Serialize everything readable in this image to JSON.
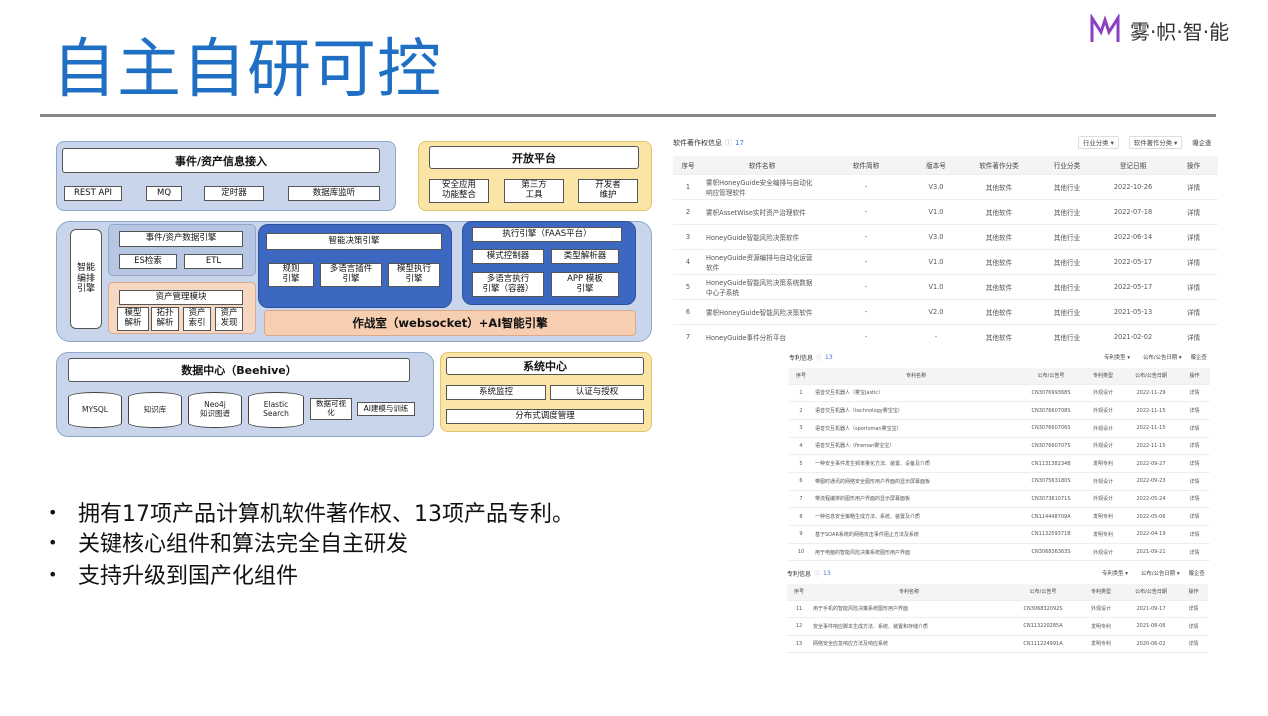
{
  "slide": {
    "title": "自主自研可控",
    "logo_text": "雾·帜·智·能"
  },
  "arch": {
    "event_in": {
      "title": "事件/资产信息接入",
      "items": [
        "REST API",
        "MQ",
        "定时器",
        "数据库监听"
      ]
    },
    "open": {
      "title": "开放平台",
      "items": [
        "安全应用\n功能整合",
        "第三方\n工具",
        "开发者\n维护"
      ]
    },
    "orchestration": "智能\n编排\n引擎",
    "data_engine": {
      "title": "事件/资产数据引擎",
      "items": [
        "ES检索",
        "ETL"
      ]
    },
    "asset": {
      "title": "资产管理模块",
      "items": [
        "模型\n解析",
        "拓扑\n解析",
        "资产\n索引",
        "资产\n发现"
      ]
    },
    "decision": {
      "title": "智能决策引擎",
      "items": [
        "规则\n引擎",
        "多语言插件\n引擎",
        "模型执行\n引擎"
      ]
    },
    "exec": {
      "title": "执行引擎（FAAS平台）",
      "items": [
        "模式控制器",
        "类型解析器",
        "多语言执行\n引擎（容器）",
        "APP 模板\n引擎"
      ]
    },
    "warroom": "作战室（websocket）+AI智能引擎",
    "datacenter": {
      "title": "数据中心（Beehive）",
      "items": [
        "MYSQL",
        "知识库",
        "Neo4j\n知识图谱",
        "Elastic\nSearch"
      ],
      "extra": [
        "数据可视\n化",
        "AI建模与训练"
      ]
    },
    "syscenter": {
      "title": "系统中心",
      "items": [
        "系统监控",
        "认证与授权",
        "分布式调度管理"
      ]
    }
  },
  "bullets": [
    "拥有17项产品计算机软件著作权、13项产品专利。",
    "关键核心组件和算法完全自主研发",
    "支持升级到国产化组件"
  ],
  "sw": {
    "title": "软件著作权信息",
    "count": "17",
    "filters": [
      "行业分类 ▾",
      "软件著作分类 ▾",
      "曝企查"
    ],
    "columns": [
      "序号",
      "软件名称",
      "软件简称",
      "版本号",
      "软件著作分类",
      "行业分类",
      "登记日期",
      "操作"
    ],
    "rows": [
      [
        "1",
        "雾帜HoneyGuide安全编排与自动化响应管理软件",
        "-",
        "V3.0",
        "其他软件",
        "其他行业",
        "2022-10-26",
        "详情"
      ],
      [
        "2",
        "雾帜AssetWise实时资产治理软件",
        "-",
        "V1.0",
        "其他软件",
        "其他行业",
        "2022-07-18",
        "详情"
      ],
      [
        "3",
        "HoneyGuide智能风险决策软件",
        "-",
        "V3.0",
        "其他软件",
        "其他行业",
        "2022-06-14",
        "详情"
      ],
      [
        "4",
        "HoneyGuide资源编排与自动化运营软件",
        "-",
        "V1.0",
        "其他软件",
        "其他行业",
        "2022-05-17",
        "详情"
      ],
      [
        "5",
        "HoneyGuide智能风险决策系统数据中心子系统",
        "-",
        "V1.0",
        "其他软件",
        "其他行业",
        "2022-05-17",
        "详情"
      ],
      [
        "6",
        "雾帜HoneyGuide智能风险决策软件",
        "-",
        "V2.0",
        "其他软件",
        "其他行业",
        "2021-05-13",
        "详情"
      ],
      [
        "7",
        "HoneyGuide事件分析平台",
        "-",
        "-",
        "其他软件",
        "其他行业",
        "2021-02-02",
        "详情"
      ]
    ]
  },
  "pat1": {
    "title": "专利信息",
    "count": "13",
    "filters": [
      "专利类型 ▾",
      "公布/公告日期 ▾",
      "曝企查"
    ],
    "columns": [
      "序号",
      "专利名称",
      "公布/公告号",
      "专利类型",
      "公布/公告日期",
      "操作"
    ],
    "rows": [
      [
        "1",
        "语音交互机器人（雾宝jastic）",
        "CN307699368S",
        "外观设计",
        "2022-11-29",
        "详情"
      ],
      [
        "2",
        "语音交互机器人（technology雾宝宝）",
        "CN307660708S",
        "外观设计",
        "2022-11-15",
        "详情"
      ],
      [
        "3",
        "语音交互机器人（sportsman雾宝宝）",
        "CN307660706S",
        "外观设计",
        "2022-11-15",
        "详情"
      ],
      [
        "4",
        "语音交互机器人（fireman雾宝宝）",
        "CN307660707S",
        "外观设计",
        "2022-11-15",
        "详情"
      ],
      [
        "5",
        "一种安全事件发生频率量化方法、装置、设备及介质",
        "CN113138234B",
        "发明专利",
        "2022-09-27",
        "详情"
      ],
      [
        "6",
        "带图时通讯的网络安全图形用户界面的显示屏幕面板",
        "CN307563180S",
        "外观设计",
        "2022-09-23",
        "详情"
      ],
      [
        "7",
        "带流程编排的图形用户界面的显示屏幕面板",
        "CN307361071S",
        "外观设计",
        "2022-05-24",
        "详情"
      ],
      [
        "8",
        "一种信息安全策略生成方法、系统、装置及介质",
        "CN114448709A",
        "发明专利",
        "2022-05-06",
        "详情"
      ],
      [
        "9",
        "基于SOAR系统的网络攻击事件阻止方法及系统",
        "CN113259371B",
        "发明专利",
        "2022-04-19",
        "详情"
      ],
      [
        "10",
        "用于电脑的智能风险决策系统图形用户界面",
        "CN306836363S",
        "外观设计",
        "2021-09-21",
        "详情"
      ]
    ]
  },
  "pat2": {
    "title": "专利信息",
    "count": "13",
    "filters": [
      "专利类型 ▾",
      "公布/公告日期 ▾",
      "曝企查"
    ],
    "columns": [
      "序号",
      "专利名称",
      "公布/公告号",
      "专利类型",
      "公布/公告日期",
      "操作"
    ],
    "rows": [
      [
        "11",
        "用于手机的智能风险决策系统图形用户界面",
        "CN306832092S",
        "外观设计",
        "2021-09-17",
        "详情"
      ],
      [
        "12",
        "安全事件响应脚本生成方法、系统、装置和存储介质",
        "CN113220285A",
        "发明专利",
        "2021-08-06",
        "详情"
      ],
      [
        "13",
        "网络安全应急响应方法及响应系统",
        "CN111224991A",
        "发明专利",
        "2020-06-02",
        "详情"
      ]
    ]
  }
}
